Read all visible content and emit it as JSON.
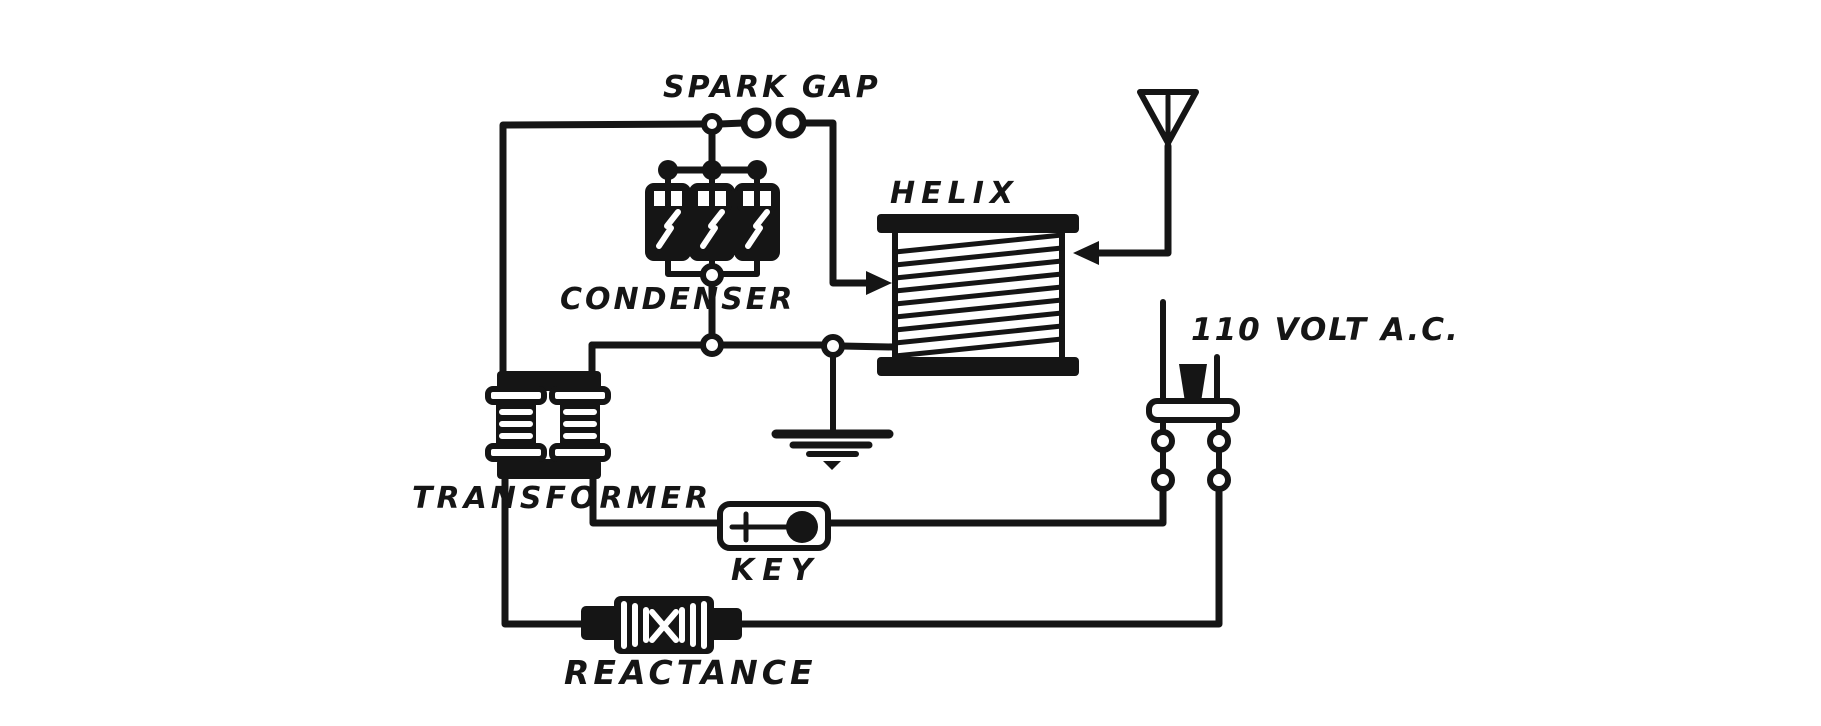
{
  "diagram": {
    "type": "circuit-schematic",
    "subject": "Spark-gap wireless transmitter wiring diagram",
    "labels": {
      "spark_gap": "SPARK GAP",
      "condenser": "CONDENSER",
      "helix": "HELIX",
      "transformer": "TRANSFORMER",
      "key": "KEY",
      "reactance": "REACTANCE",
      "voltage": "110 VOLT A.C."
    },
    "symbols": {
      "antenna": "funnel-aerial-symbol",
      "spark_gap": "two-open-balls",
      "condenser": "three-hatched-leyden-jars",
      "helix": "flat-spiral-coil",
      "ground": "three-bar-earth-symbol",
      "transformer": "double-spool-coil",
      "key": "telegraph-key-lever",
      "reactance": "ribbed-choke-coil",
      "power": "lamp-socket-plug"
    },
    "colors": {
      "ink": "#151515",
      "background": "#ffffff"
    }
  }
}
